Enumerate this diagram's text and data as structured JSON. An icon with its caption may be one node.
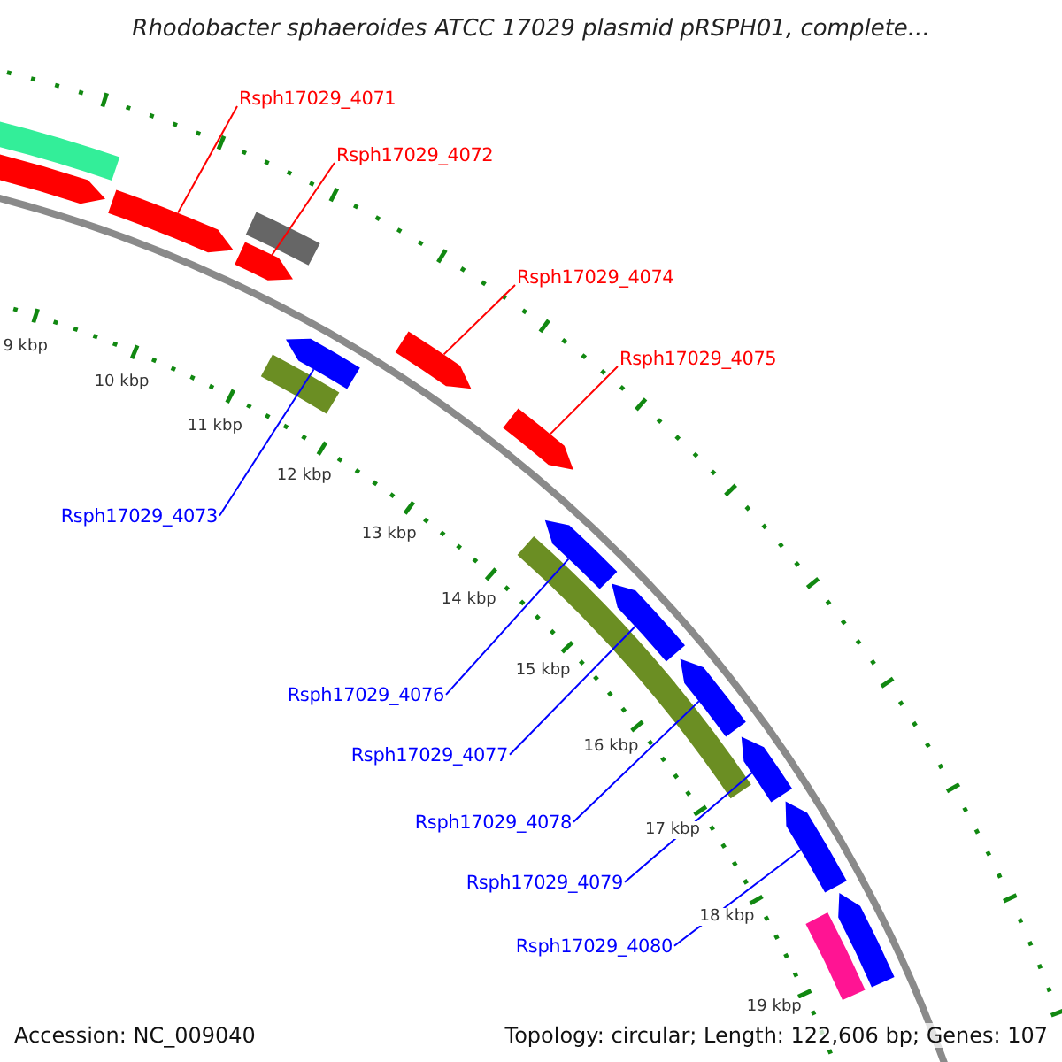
{
  "diagram": {
    "title": "Rhodobacter sphaeroides ATCC 17029 plasmid pRSPH01, complete...",
    "nodes": [
      {
        "text": [
          "Rsph17029_4071"
        ]
      },
      {
        "text": [
          "Rsph17029_4072"
        ]
      },
      {
        "text": [
          "Rsph17029_4074"
        ]
      },
      {
        "text": [
          "Rsph17029_4075"
        ]
      },
      {
        "text": [
          "Rsph17029_4073"
        ]
      },
      {
        "text": [
          "Rsph17029_4076"
        ]
      },
      {
        "text": [
          "Rsph17029_4077"
        ]
      },
      {
        "text": [
          "Rsph17029_4078"
        ]
      },
      {
        "text": [
          "Rsph17029_4079"
        ]
      },
      {
        "text": [
          "Rsph17029_4080"
        ]
      },
      {
        "text": [],
        "shape": "arrow"
      },
      {
        "text": [],
        "shape": "arrow"
      },
      {
        "text": [],
        "shape": "arrow"
      },
      {
        "text": [],
        "shape": "arrow"
      },
      {
        "text": [],
        "shape": "arrow"
      },
      {
        "text": [],
        "shape": "arrow"
      },
      {
        "text": [],
        "shape": "arrow"
      },
      {
        "text": [],
        "shape": "arrow"
      },
      {
        "text": [],
        "shape": "arrow"
      },
      {
        "text": [],
        "shape": "arrow"
      },
      {
        "text": [],
        "shape": "arrow"
      }
    ],
    "edges": [
      {
        "from": 0,
        "to": 10,
        "arrow": "none",
        "color": "#ff0000"
      },
      {
        "from": 1,
        "to": 11,
        "arrow": "none",
        "color": "#ff0000"
      },
      {
        "from": 2,
        "to": 13,
        "arrow": "none",
        "color": "#ff0000"
      },
      {
        "from": 3,
        "to": 14,
        "arrow": "none",
        "color": "#ff0000"
      },
      {
        "from": 4,
        "to": 12,
        "arrow": "none"
      },
      {
        "from": 5,
        "to": 15,
        "arrow": "none"
      },
      {
        "from": 6,
        "to": 16,
        "arrow": "none"
      },
      {
        "from": 7,
        "to": 17,
        "arrow": "none"
      },
      {
        "from": 8,
        "to": 18,
        "arrow": "none"
      },
      {
        "from": 9,
        "to": 19,
        "arrow": "none"
      }
    ],
    "labels": [
      "9 kbp",
      "10 kbp",
      "11 kbp",
      "12 kbp",
      "13 kbp",
      "14 kbp",
      "15 kbp",
      "16 kbp",
      "17 kbp",
      "18 kbp",
      "19 kbp",
      "Accession: NC_009040",
      "Topology: circular; Length: 122,606 bp; Genes: 107"
    ]
  }
}
